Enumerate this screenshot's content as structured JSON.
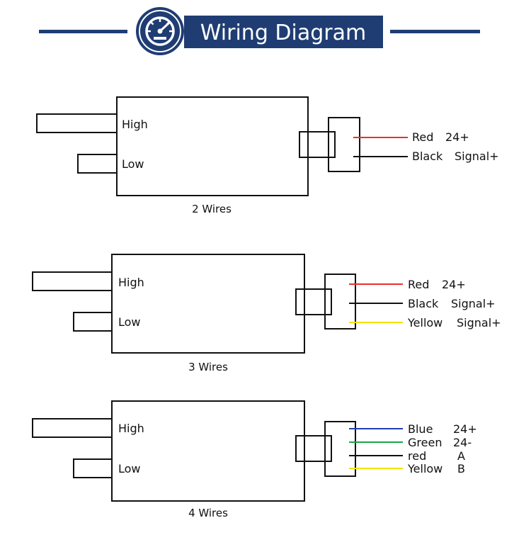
{
  "header": {
    "title": "Wiring Diagram",
    "accent_color": "#1f3d73",
    "icon": "speedometer-icon"
  },
  "diagrams": [
    {
      "caption": "2 Wires",
      "port_high": "High",
      "port_low": "Low",
      "wires": [
        {
          "name": "Red",
          "function": "24+",
          "color": "#e8332a"
        },
        {
          "name": "Black",
          "function": "Signal+",
          "color": "#111111"
        }
      ]
    },
    {
      "caption": "3 Wires",
      "port_high": "High",
      "port_low": "Low",
      "wires": [
        {
          "name": "Red",
          "function": "24+",
          "color": "#e8332a"
        },
        {
          "name": "Black",
          "function": "Signal+",
          "color": "#111111"
        },
        {
          "name": "Yellow",
          "function": "Signal+",
          "color": "#f2e600"
        }
      ]
    },
    {
      "caption": "4 Wires",
      "port_high": "High",
      "port_low": "Low",
      "wires": [
        {
          "name": "Blue",
          "function": "24+",
          "color": "#1f3fb0"
        },
        {
          "name": "Green",
          "function": "24-",
          "color": "#1aa64a"
        },
        {
          "name": "red",
          "function": "A",
          "color": "#111111"
        },
        {
          "name": "Yellow",
          "function": "B",
          "color": "#f2e600"
        }
      ]
    }
  ]
}
